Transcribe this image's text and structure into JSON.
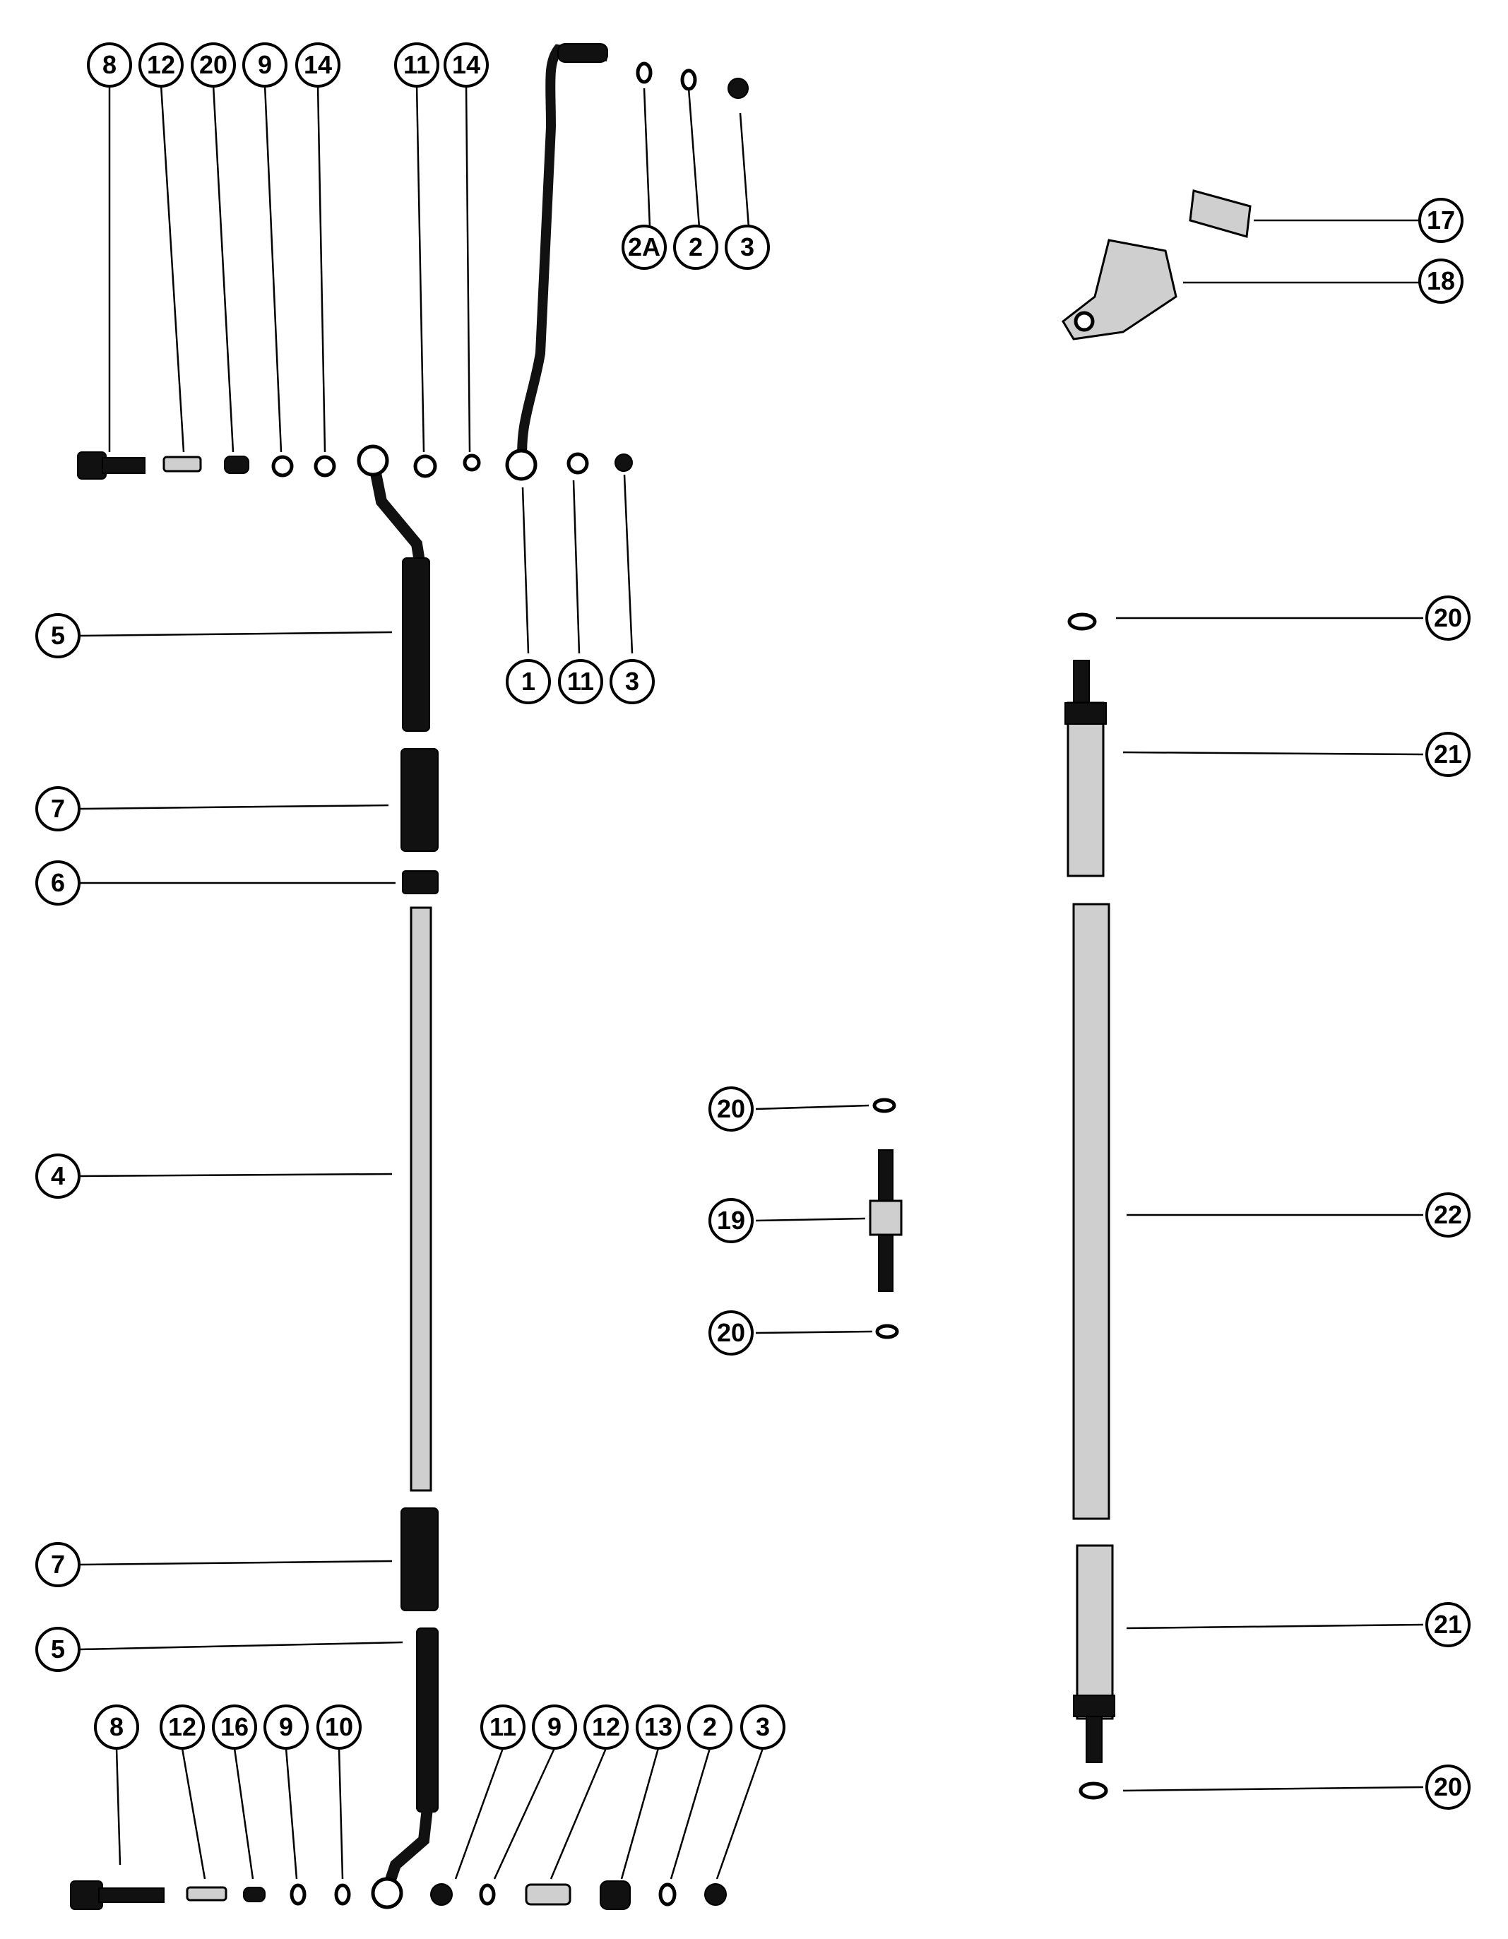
{
  "diagram": {
    "callouts": {
      "c_8_top": "8",
      "c_12_top": "12",
      "c_20_top": "20",
      "c_9_top": "9",
      "c_14_top": "14",
      "c_11_top": "11",
      "c_14_top2": "14",
      "c_2a": "2A",
      "c_2_top": "2",
      "c_3_top": "3",
      "c_17": "17",
      "c_18": "18",
      "c_5_upper": "5",
      "c_1": "1",
      "c_11_mid": "11",
      "c_3_mid": "3",
      "c_20_right_top": "20",
      "c_21_upper": "21",
      "c_7_upper": "7",
      "c_6": "6",
      "c_4": "4",
      "c_20_center_top": "20",
      "c_19": "19",
      "c_20_center_bottom": "20",
      "c_22": "22",
      "c_7_lower": "7",
      "c_21_lower": "21",
      "c_5_lower": "5",
      "c_20_right_bottom": "20",
      "c_8_bottom": "8",
      "c_12_bottom": "12",
      "c_16": "16",
      "c_9_bottom": "9",
      "c_10": "10",
      "c_11_bottom": "11",
      "c_9_bottom2": "9",
      "c_12_bottom2": "12",
      "c_13": "13",
      "c_2_bottom": "2",
      "c_3_bottom": "3"
    }
  }
}
